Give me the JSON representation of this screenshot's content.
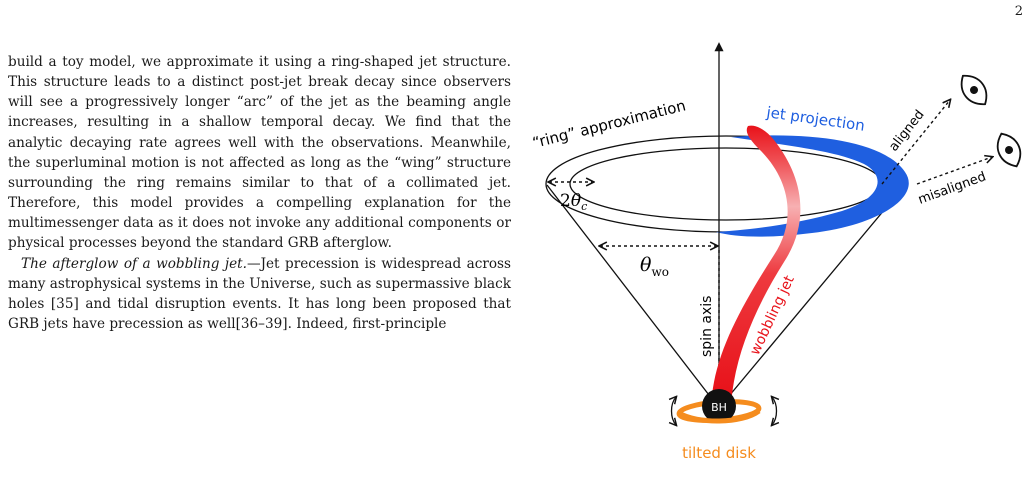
{
  "page": {
    "number": "2"
  },
  "body_text": {
    "para1": "build a toy model, we approximate it using a ring-shaped jet structure. This structure leads to a distinct post-jet break decay since observers will see a progressively longer “arc” of the jet as the beaming angle increases, resulting in a shallow temporal decay. We find that the analytic decaying rate agrees well with the observations. Meanwhile, the superluminal motion is not affected as long as the “wing” structure surrounding the ring remains similar to that of a collimated jet. Therefore, this model provides a compelling explanation for the multimessenger data as it does not invoke any additional components or physical processes beyond the standard GRB afterglow.",
    "para2_runin": "The afterglow of a wobbling jet.",
    "para2_dash": "—",
    "para2": "Jet precession is widespread across many astrophysical systems in the Universe, such as supermassive black holes [35] and tidal disruption events. It has long been proposed that GRB jets have precession as well[36–39]. Indeed, first-principle"
  },
  "figure": {
    "ring_label": "“ring” approximation",
    "jet_projection_label": "jet projection",
    "aligned_label": "aligned",
    "misaligned_label": "misaligned",
    "theta_c_coef": "2",
    "theta_c_symbol": "θ",
    "theta_c_sub": "c",
    "theta_wo_symbol": "θ",
    "theta_wo_sub": "wo",
    "spin_axis_label": "spin axis",
    "wobbling_jet_label": "wobbling jet",
    "bh_label": "BH",
    "tilted_disk_label": "tilted disk",
    "colors": {
      "jet_projection": "#1f5fe0",
      "jet": "#e8121a",
      "disk": "#f58c1e",
      "ink": "#111111"
    },
    "icons": [
      "eye-icon-aligned",
      "eye-icon-misaligned",
      "wobble-arrow-left-icon",
      "wobble-arrow-right-icon"
    ]
  }
}
